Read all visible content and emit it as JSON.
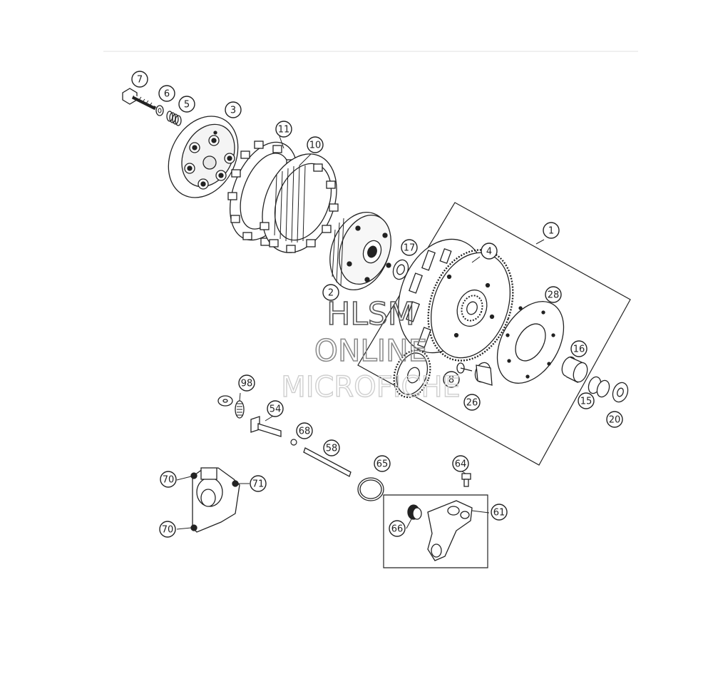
{
  "diagram": {
    "callouts": [
      {
        "id": "7",
        "label": "7"
      },
      {
        "id": "6",
        "label": "6"
      },
      {
        "id": "5",
        "label": "5"
      },
      {
        "id": "3",
        "label": "3"
      },
      {
        "id": "11",
        "label": "11"
      },
      {
        "id": "10",
        "label": "10"
      },
      {
        "id": "17",
        "label": "17"
      },
      {
        "id": "2",
        "label": "2"
      },
      {
        "id": "1",
        "label": "1"
      },
      {
        "id": "4",
        "label": "4"
      },
      {
        "id": "28",
        "label": "28"
      },
      {
        "id": "16",
        "label": "16"
      },
      {
        "id": "15",
        "label": "15"
      },
      {
        "id": "20",
        "label": "20"
      },
      {
        "id": "8",
        "label": "8"
      },
      {
        "id": "26",
        "label": "26"
      },
      {
        "id": "98",
        "label": "98"
      },
      {
        "id": "54",
        "label": "54"
      },
      {
        "id": "68",
        "label": "68"
      },
      {
        "id": "58",
        "label": "58"
      },
      {
        "id": "65",
        "label": "65"
      },
      {
        "id": "64",
        "label": "64"
      },
      {
        "id": "61",
        "label": "61"
      },
      {
        "id": "66",
        "label": "66"
      },
      {
        "id": "70a",
        "label": "70"
      },
      {
        "id": "70b",
        "label": "70"
      },
      {
        "id": "71",
        "label": "71"
      }
    ]
  },
  "watermark": {
    "line1": "HLSM",
    "line2": "ONLINE",
    "line3": "MICROFICHE"
  },
  "colors": {
    "line": "#222222",
    "watermark_dark": "#5a5a5a",
    "watermark_light": "#c8c8c8"
  }
}
